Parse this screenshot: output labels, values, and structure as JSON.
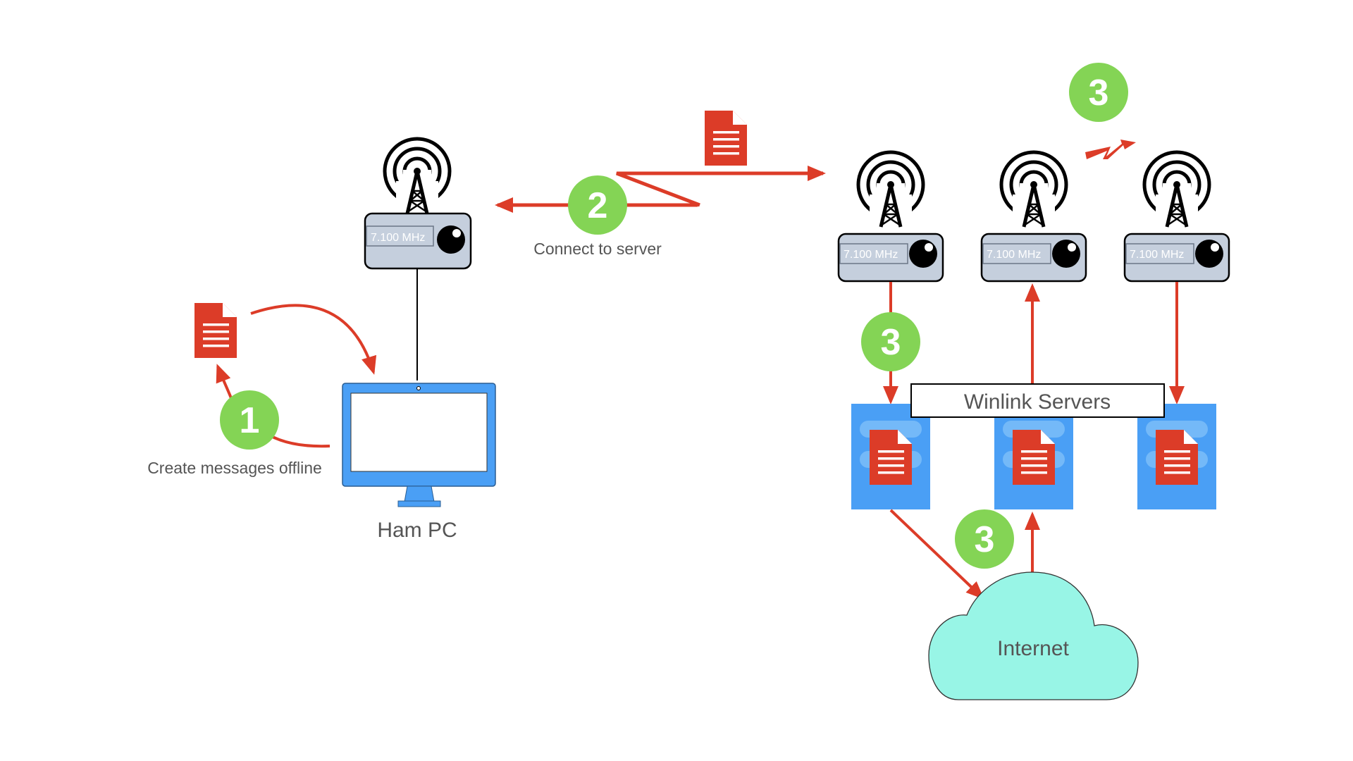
{
  "diagram": {
    "title": "Winlink offline messaging flow",
    "colors": {
      "arrow": "#dc3c28",
      "step_badge": "#84d455",
      "doc": "#dc3c28",
      "monitor": "#4a9ff5",
      "radio_body": "#c5cfdd",
      "server": "#4a9ff5",
      "server_slot": "#74b9f8",
      "cloud": "#98f5e6",
      "label_text": "#555555"
    },
    "ham_pc": {
      "label": "Ham PC",
      "icon": "desktop-monitor-icon"
    },
    "step1": {
      "number": "1",
      "caption": "Create messages offline"
    },
    "step2": {
      "number": "2",
      "caption": "Connect to server"
    },
    "step3": {
      "number": "3"
    },
    "radio": {
      "frequency": "7.100 MHz",
      "icon": "radio-tower-icon"
    },
    "servers": {
      "label": "Winlink Servers",
      "count": 3
    },
    "internet": {
      "label": "Internet",
      "icon": "cloud-icon"
    }
  }
}
